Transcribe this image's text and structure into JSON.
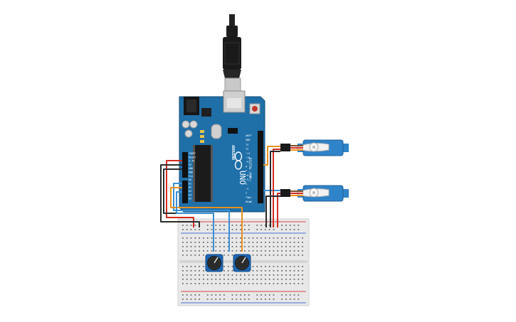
{
  "circuit": {
    "board": {
      "brand": "ARDUINO",
      "model": "UNO",
      "digital_label": "DIGITAL (PWM~)",
      "analog_label": "ANALOG IN",
      "power_label": "POWER",
      "pin_labels_digital": [
        "AREF",
        "GND",
        "13",
        "12",
        "~11",
        "~10",
        "~9",
        "8",
        "7",
        "~6",
        "~5",
        "4",
        "~3",
        "2",
        "TX▶1",
        "RX◀0"
      ],
      "pin_labels_power": [
        "IOREF",
        "RESET",
        "3.3V",
        "5V",
        "GND",
        "GND",
        "Vin"
      ],
      "pin_labels_analog": [
        "A0",
        "A1",
        "A2",
        "A3",
        "A4",
        "A5"
      ],
      "led_labels": [
        "L",
        "TX",
        "RX",
        "ON"
      ]
    },
    "components": [
      {
        "name": "usb-cable",
        "label": "USB cable"
      },
      {
        "name": "servo-top",
        "label": "Micro servo"
      },
      {
        "name": "servo-bottom",
        "label": "Micro servo"
      },
      {
        "name": "pot-left",
        "label": "Potentiometer"
      },
      {
        "name": "pot-right",
        "label": "Potentiometer"
      },
      {
        "name": "breadboard",
        "label": "Half breadboard"
      }
    ],
    "colors": {
      "board": "#1f6fa8",
      "board_dark": "#154f7a",
      "wire_red": "#d32a1f",
      "wire_black": "#2b2b2b",
      "wire_orange": "#e8911e",
      "wire_blue": "#3a8fd6",
      "servo_blue": "#2f83c9",
      "servo_horn": "#f2f2f2",
      "pot_blue": "#1d66b3",
      "breadboard": "#e8e8e8",
      "rail_red": "#d9464a",
      "rail_blue": "#4a6fd9"
    }
  }
}
